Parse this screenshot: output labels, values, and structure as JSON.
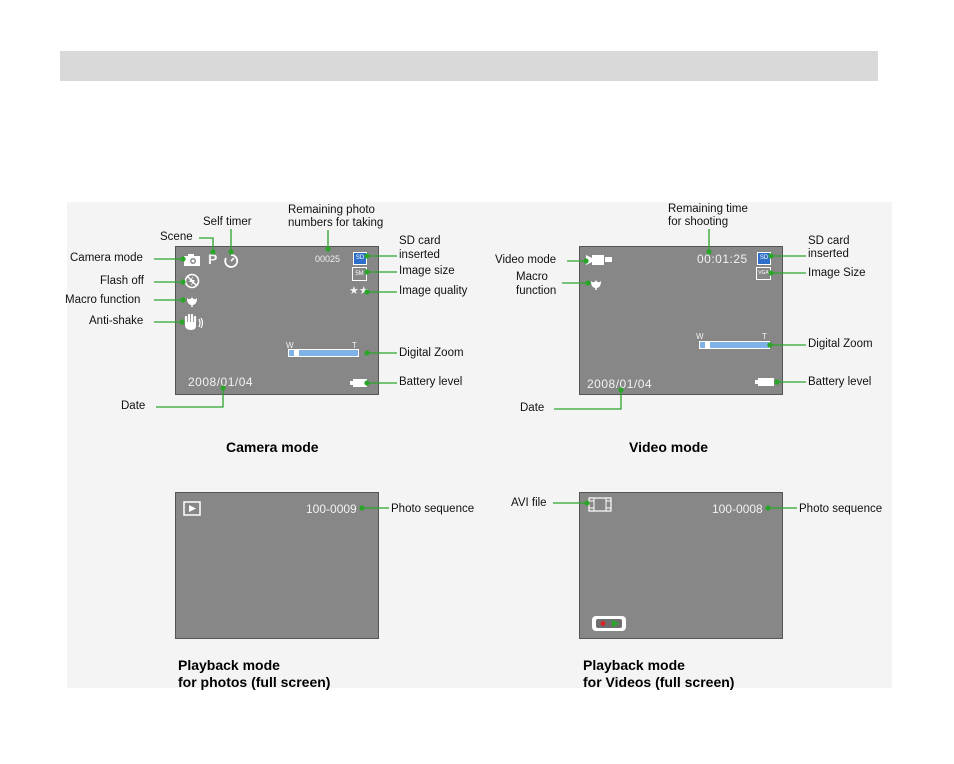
{
  "camera": {
    "labels": {
      "camera_mode": "Camera mode",
      "scene": "Scene",
      "self_timer": "Self timer",
      "remaining_photo": "Remaining photo",
      "numbers_for_taking": "numbers  for taking",
      "sd_card": "SD card",
      "inserted": "inserted",
      "image_size": "Image size",
      "image_quality": "Image quality",
      "flash_off": "Flash off",
      "macro_function": "Macro function",
      "anti_shake": "Anti-shake",
      "digital_zoom": "Digital  Zoom",
      "battery_level": "Battery level",
      "date": "Date"
    },
    "screen": {
      "scene_letter": "P",
      "counter": "00025",
      "sd": "SD",
      "image_size_badge": "5M",
      "quality_stars": "★★",
      "zoom_w": "W",
      "zoom_t": "T",
      "zoom_level": 0.08,
      "date": "2008/01/04"
    },
    "caption": "Camera mode"
  },
  "video": {
    "labels": {
      "remaining_time": "Remaining time",
      "for_shooting": "for shooting",
      "video_mode": "Video mode",
      "macro": "Macro",
      "function": "function",
      "sd_card": "SD card",
      "inserted": "inserted",
      "image_size": "Image Size",
      "digital_zoom": "Digital  Zoom",
      "battery_level": "Battery level",
      "date": "Date"
    },
    "screen": {
      "time": "00:01:25",
      "sd": "SD",
      "image_size_badge": "VGA",
      "zoom_w": "W",
      "zoom_t": "T",
      "zoom_level": 0.08,
      "date": "2008/01/04"
    },
    "caption": "Video mode"
  },
  "playback_photo": {
    "sequence": "100-0009",
    "label": "Photo sequence",
    "caption_line1": "Playback mode",
    "caption_line2": "for photos (full screen)"
  },
  "playback_video": {
    "avi_label": "AVI file",
    "sequence": "100-0008",
    "label": "Photo sequence",
    "caption_line1": "Playback mode",
    "caption_line2": "for Videos (full screen)"
  },
  "icons": [
    "camera-icon",
    "flash-off-icon",
    "macro-icon",
    "anti-shake-hand-icon",
    "self-timer-icon",
    "sd-card-icon",
    "battery-icon",
    "video-camera-icon",
    "play-icon",
    "film-icon",
    "record-play-icon"
  ]
}
